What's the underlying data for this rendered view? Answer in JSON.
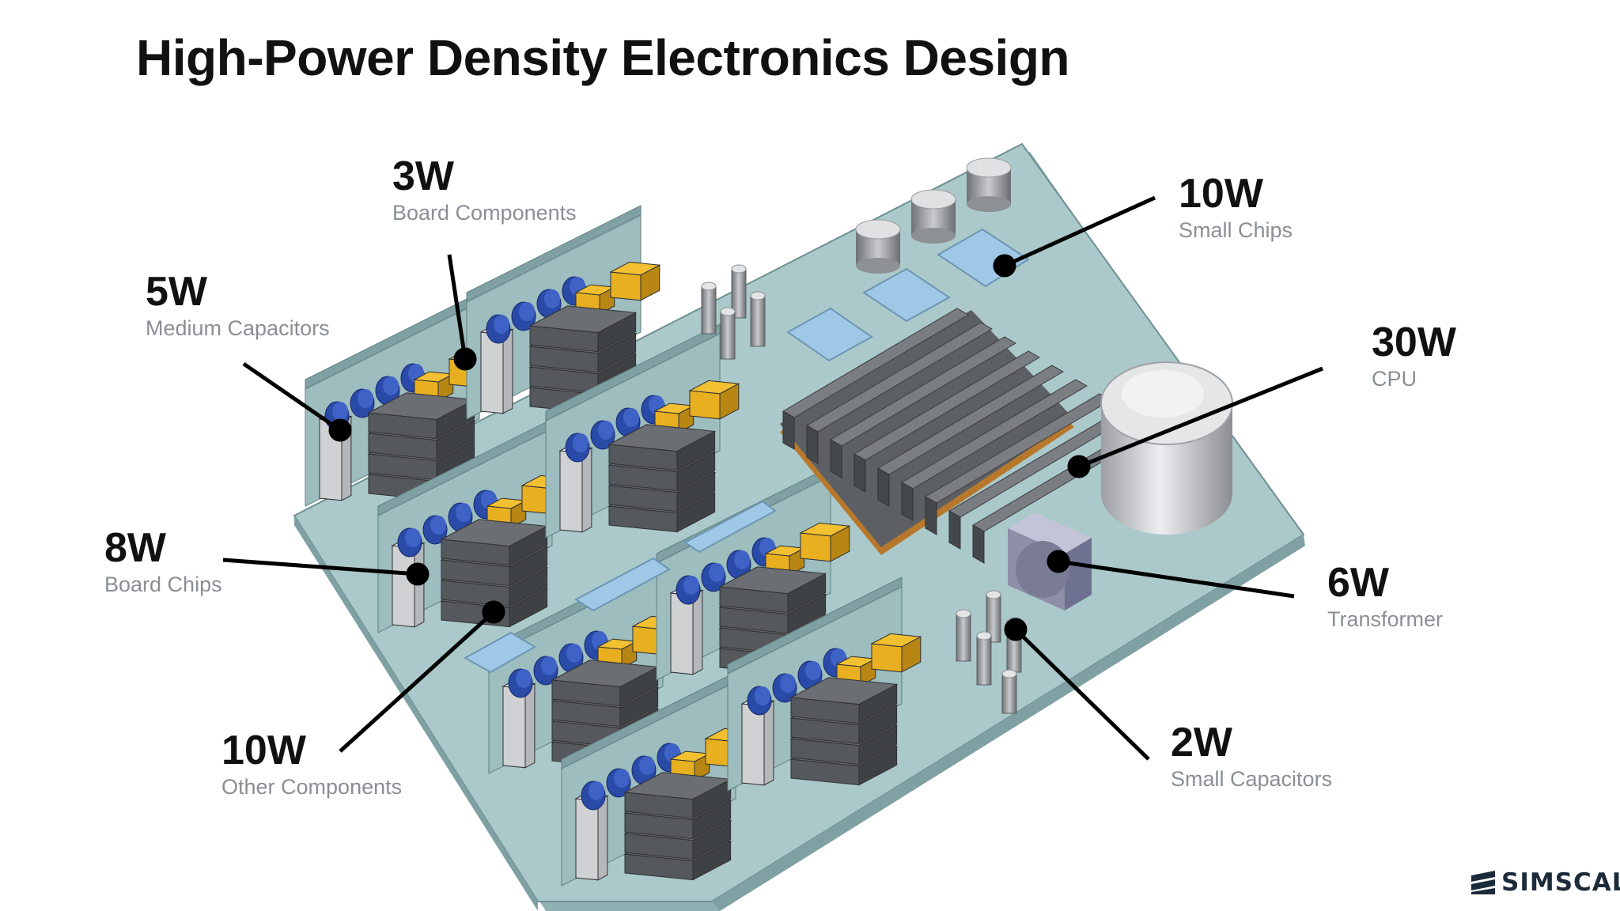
{
  "title": "High-Power Density Electronics Design",
  "colors": {
    "board": "#a9c7c8",
    "chip": "#55585c",
    "capacitor_blue": "#2a4aa8",
    "capacitor_yellow": "#e8b020",
    "heatsink": "#5c5f63",
    "copper": "#b8782c",
    "pads": "#9ec8e6",
    "leader": "#000000"
  },
  "callouts": [
    {
      "id": "board-components",
      "watts": "3W",
      "label": "Board Components"
    },
    {
      "id": "medium-capacitors",
      "watts": "5W",
      "label": "Medium Capacitors"
    },
    {
      "id": "board-chips",
      "watts": "8W",
      "label": "Board Chips"
    },
    {
      "id": "other-components",
      "watts": "10W",
      "label": "Other Components"
    },
    {
      "id": "small-chips",
      "watts": "10W",
      "label": "Small Chips"
    },
    {
      "id": "cpu",
      "watts": "30W",
      "label": "CPU"
    },
    {
      "id": "transformer",
      "watts": "6W",
      "label": "Transformer"
    },
    {
      "id": "small-capacitors",
      "watts": "2W",
      "label": "Small Capacitors"
    }
  ],
  "logo": {
    "text": "SIMSCALE"
  }
}
